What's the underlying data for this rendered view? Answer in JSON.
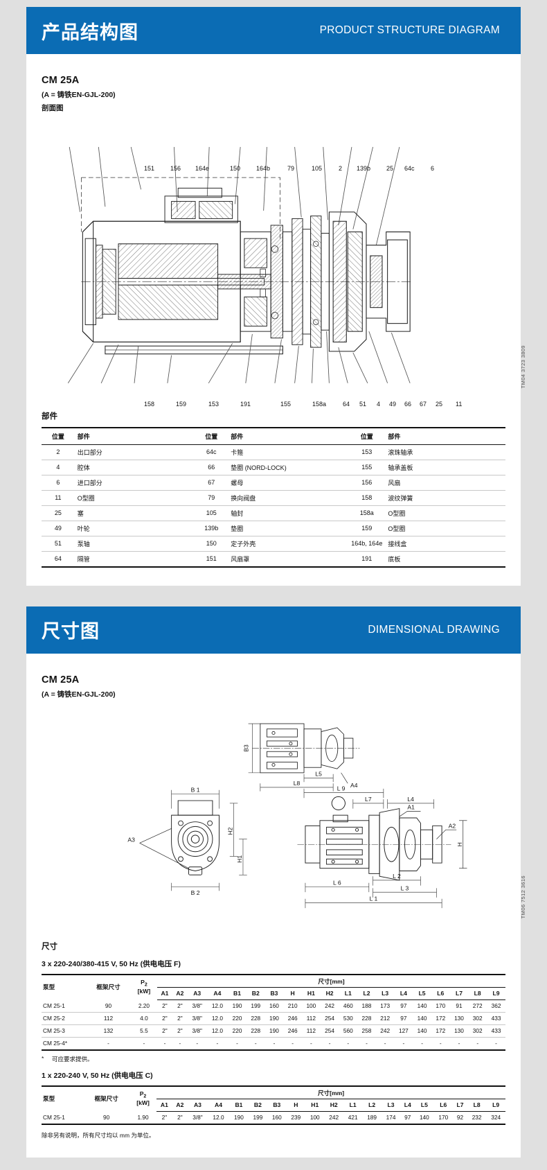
{
  "meta": {
    "accent_color": "#0b6cb4",
    "page_bg": "#e0e0e0",
    "card_bg": "#ffffff"
  },
  "section1": {
    "band": {
      "title_cn": "产品结构图",
      "title_en": "PRODUCT STRUCTURE DIAGRAM"
    },
    "model": "CM 25A",
    "model_note": "(A = 铸铁EN-GJL-200)",
    "view_label": "剖面图",
    "drawing_code": "TM04 3723 3809",
    "callouts_top": [
      "151",
      "156",
      "164e",
      "150",
      "164b",
      "79",
      "105",
      "2",
      "139b",
      "25",
      "64c",
      "6"
    ],
    "callouts_bottom": [
      "158",
      "159",
      "153",
      "191",
      "155",
      "158a",
      "64",
      "51",
      "4",
      "49",
      "66",
      "67",
      "25",
      "11"
    ],
    "parts_title": "部件",
    "parts_headers": [
      "位置",
      "部件",
      "位置",
      "部件",
      "位置",
      "部件"
    ],
    "parts_rows": [
      [
        "2",
        "出口部分",
        "64c",
        "卡箍",
        "153",
        "滚珠轴承"
      ],
      [
        "4",
        "腔体",
        "66",
        "垫圈 (NORD-LOCK)",
        "155",
        "轴承盖板"
      ],
      [
        "6",
        "进口部分",
        "67",
        "螺母",
        "156",
        "风扇"
      ],
      [
        "11",
        "O型圈",
        "79",
        "换向阀盘",
        "158",
        "波纹弹簧"
      ],
      [
        "25",
        "塞",
        "105",
        "轴封",
        "158a",
        "O型圈"
      ],
      [
        "49",
        "叶轮",
        "139b",
        "垫圈",
        "159",
        "O型圈"
      ],
      [
        "51",
        "泵轴",
        "150",
        "定子外壳",
        "164b, 164e",
        "接线盒"
      ],
      [
        "64",
        "隔管",
        "151",
        "风扇罩",
        "191",
        "底板"
      ]
    ]
  },
  "section2": {
    "band": {
      "title_cn": "尺寸图",
      "title_en": "DIMENSIONAL DRAWING"
    },
    "model": "CM 25A",
    "model_note": "(A = 铸铁EN-GJL-200)",
    "drawing_code": "TM06 7512 3616",
    "dim_labels": [
      "B3",
      "L5",
      "L8",
      "A4",
      "B1",
      "A3",
      "H2",
      "H1",
      "B2",
      "L9",
      "L7",
      "L4",
      "A1",
      "A2",
      "H",
      "L6",
      "L2",
      "L3",
      "L1"
    ],
    "dims_title": "尺寸",
    "table_f": {
      "caption": "3 x 220-240/380-415 V, 50 Hz (供电电压 F)",
      "stub_headers": [
        "泵型",
        "框架尺寸",
        "P",
        "[kW]"
      ],
      "stub_sub": "2",
      "group_header": "尺寸[mm]",
      "columns": [
        "A1",
        "A2",
        "A3",
        "A4",
        "B1",
        "B2",
        "B3",
        "H",
        "H1",
        "H2",
        "L1",
        "L2",
        "L3",
        "L4",
        "L5",
        "L6",
        "L7",
        "L8",
        "L9"
      ],
      "rows": [
        {
          "model": "CM 25-1",
          "frame": "90",
          "p2": "2.20",
          "values": [
            "2\"",
            "2\"",
            "3/8\"",
            "12.0",
            "190",
            "199",
            "160",
            "210",
            "100",
            "242",
            "460",
            "188",
            "173",
            "97",
            "140",
            "170",
            "91",
            "272",
            "362"
          ]
        },
        {
          "model": "CM 25-2",
          "frame": "112",
          "p2": "4.0",
          "values": [
            "2\"",
            "2\"",
            "3/8\"",
            "12.0",
            "220",
            "228",
            "190",
            "246",
            "112",
            "254",
            "530",
            "228",
            "212",
            "97",
            "140",
            "172",
            "130",
            "302",
            "433"
          ]
        },
        {
          "model": "CM 25-3",
          "frame": "132",
          "p2": "5.5",
          "values": [
            "2\"",
            "2\"",
            "3/8\"",
            "12.0",
            "220",
            "228",
            "190",
            "246",
            "112",
            "254",
            "560",
            "258",
            "242",
            "127",
            "140",
            "172",
            "130",
            "302",
            "433"
          ]
        },
        {
          "model": "CM 25-4*",
          "frame": "-",
          "p2": "-",
          "values": [
            "-",
            "-",
            "-",
            "-",
            "-",
            "-",
            "-",
            "-",
            "-",
            "-",
            "-",
            "-",
            "-",
            "-",
            "-",
            "-",
            "-",
            "-",
            "-"
          ]
        }
      ],
      "footnote_star": "*",
      "footnote_text": "可应要求提供。"
    },
    "table_c": {
      "caption": "1 x 220-240 V, 50 Hz (供电电压 C)",
      "stub_headers": [
        "泵型",
        "框架尺寸",
        "P",
        "[kW]"
      ],
      "stub_sub": "2",
      "group_header": "尺寸[mm]",
      "columns": [
        "A1",
        "A2",
        "A3",
        "A4",
        "B1",
        "B2",
        "B3",
        "H",
        "H1",
        "H2",
        "L1",
        "L2",
        "L3",
        "L4",
        "L5",
        "L6",
        "L7",
        "L8",
        "L9"
      ],
      "rows": [
        {
          "model": "CM 25-1",
          "frame": "90",
          "p2": "1.90",
          "values": [
            "2\"",
            "2\"",
            "3/8\"",
            "12.0",
            "190",
            "199",
            "160",
            "239",
            "100",
            "242",
            "421",
            "189",
            "174",
            "97",
            "140",
            "170",
            "92",
            "232",
            "324"
          ]
        }
      ]
    },
    "bottom_note": "除非另有说明，所有尺寸均以 mm 为单位。"
  }
}
